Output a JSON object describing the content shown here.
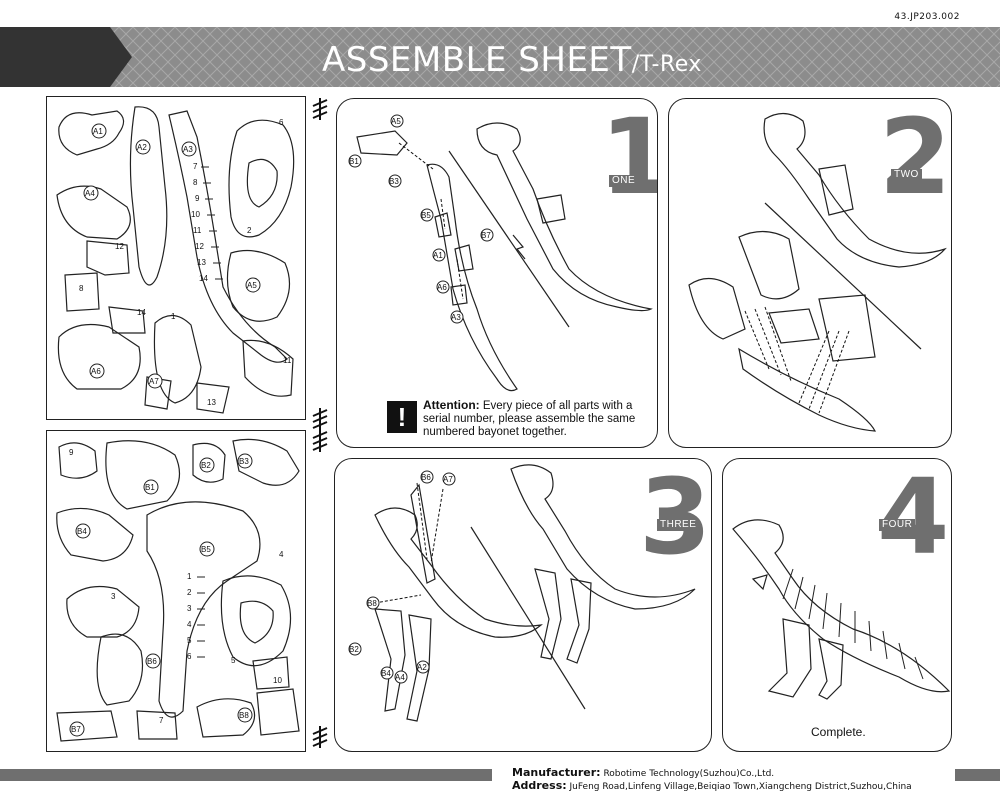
{
  "doc_code": "43.JP203.002",
  "banner": {
    "title": "ASSEMBLE  SHEET",
    "subtitle": "/T-Rex"
  },
  "sheet1": {
    "labels": [
      "A1",
      "A2",
      "A3",
      "A4",
      "A5",
      "A6",
      "A7",
      "1",
      "2",
      "6",
      "8",
      "11",
      "12",
      "13",
      "14"
    ],
    "spine_numbers": [
      "7",
      "8",
      "9",
      "10",
      "11",
      "12",
      "13",
      "14"
    ]
  },
  "sheet2": {
    "labels": [
      "B1",
      "B2",
      "B3",
      "B4",
      "B5",
      "B6",
      "B7",
      "B8",
      "3",
      "4",
      "5",
      "7",
      "9",
      "10"
    ],
    "spine_numbers": [
      "1",
      "2",
      "3",
      "4",
      "5",
      "6"
    ]
  },
  "steps": [
    {
      "number": "1",
      "label": "ONE",
      "callouts": [
        "A5",
        "B1",
        "B3",
        "B5",
        "B7",
        "A1",
        "A6",
        "A3"
      ]
    },
    {
      "number": "2",
      "label": "TWO",
      "callouts": []
    },
    {
      "number": "3",
      "label": "THREE",
      "callouts": [
        "B6",
        "A7",
        "B8",
        "B2",
        "B4",
        "A4",
        "A2"
      ]
    },
    {
      "number": "4",
      "label": "FOUR",
      "callouts": []
    }
  ],
  "attention": {
    "icon": "!",
    "heading": "Attention:",
    "text": "Every piece of all parts with a serial number, please assemble the same numbered bayonet together."
  },
  "complete_text": "Complete.",
  "footer": {
    "manufacturer_label": "Manufacturer:",
    "manufacturer": "Robotime Technology(Suzhou)Co.,Ltd.",
    "address_label": "Address:",
    "address": "JuFeng Road,Linfeng Village,Beiqiao Town,Xiangcheng District,Suzhou,China"
  },
  "colors": {
    "banner_dark": "#333333",
    "banner_pattern": "#8a8a8a",
    "accent_gray": "#6f6f6f"
  }
}
